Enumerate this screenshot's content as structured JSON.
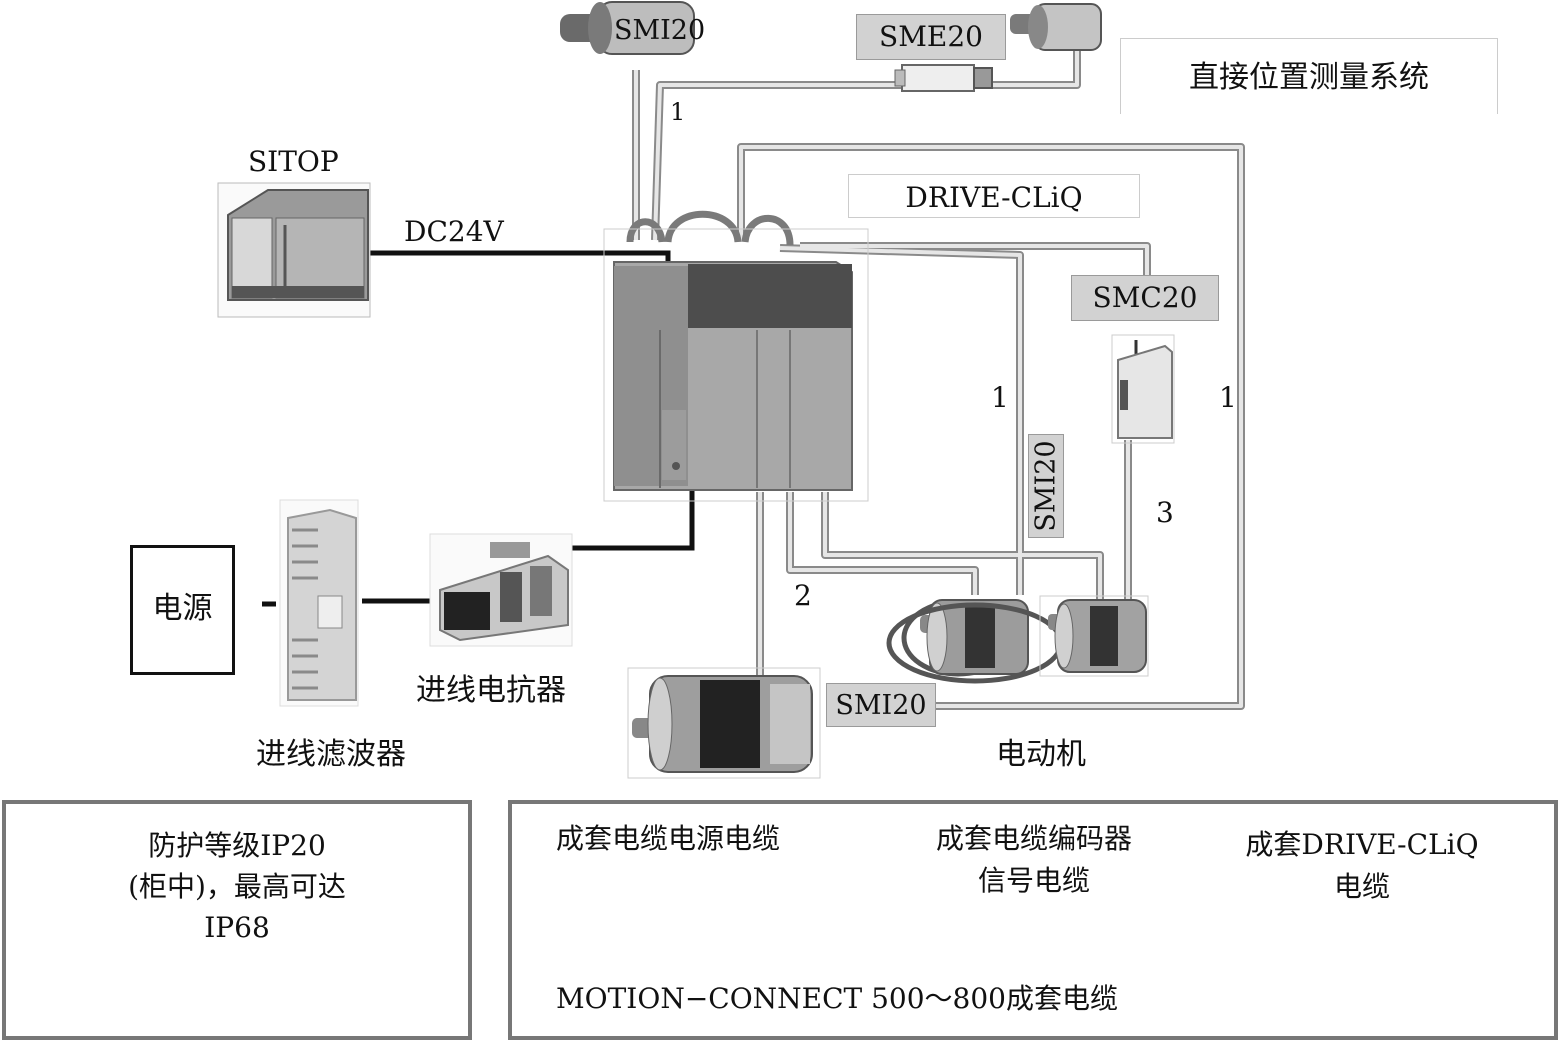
{
  "labels": {
    "smi20_top": "SMI20",
    "sme20": "SME20",
    "direct_position": "直接位置测量系统",
    "sitop": "SITOP",
    "dc24v": "DC24V",
    "drive_cliq": "DRIVE-CLiQ",
    "smc20": "SMC20",
    "smi20_vertical": "SMI20",
    "smi20_bottom": "SMI20",
    "power_source": "电源",
    "line_reactor": "进线电抗器",
    "line_filter": "进线滤波器",
    "motor": "电动机",
    "num_1_top": "1",
    "num_1_mid": "1",
    "num_1_right": "1",
    "num_2": "2",
    "num_3": "3"
  },
  "panels": {
    "protection": {
      "line1": "防护等级IP20",
      "line2": "(柜中)，最高可达",
      "line3": "IP68"
    },
    "cables": {
      "power_cable": "成套电缆电源电缆",
      "encoder_cable_l1": "成套电缆编码器",
      "encoder_cable_l2": "信号电缆",
      "cliq_cable_l1": "成套DRIVE-CLiQ",
      "cliq_cable_l2": "电缆",
      "motion_connect": "MOTION−CONNECT 500～800成套电缆"
    }
  },
  "colors": {
    "cable_grey": "#c8c8c8",
    "power_black": "#111111",
    "tag_grey": "#d2d2d2"
  }
}
